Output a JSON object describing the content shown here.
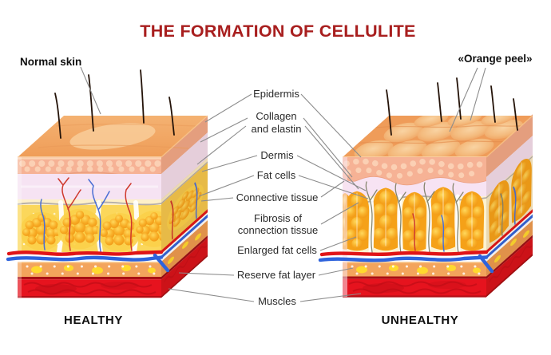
{
  "title": {
    "text": "THE FORMATION OF CELLULITE",
    "color": "#a81e1e"
  },
  "panels": {
    "healthy": {
      "callout": "Normal skin",
      "caption": "HEALTHY"
    },
    "unhealthy": {
      "callout": "«Orange peel»",
      "caption": "UNHEALTHY"
    }
  },
  "labels": {
    "epidermis": "Epidermis",
    "collagen_line1": "Collagen",
    "collagen_line2": "and elastin",
    "dermis": "Dermis",
    "fat_cells": "Fat cells",
    "connective_tissue": "Connective tissue",
    "fibrosis_line1": "Fibrosis of",
    "fibrosis_line2": "connection tissue",
    "enlarged_fat_cells": "Enlarged fat cells",
    "reserve_fat_layer": "Reserve fat layer",
    "muscles": "Muscles"
  },
  "colors": {
    "title": "#a81e1e",
    "leader_line": "#8c8c8c",
    "label_text": "#2a2a2a",
    "skin_surface": "#ef9d58",
    "epidermis_band": "#f6b295",
    "dermis": "#f6e3f3",
    "fat_background": "#fbd75b",
    "fat_cell": "#f49e17",
    "connective_septa": "#ffffff",
    "artery": "#e01418",
    "vein": "#2e63dc",
    "reserve_fat": "#f3a45c",
    "muscle": "#e6131e",
    "hair": "#241309"
  }
}
